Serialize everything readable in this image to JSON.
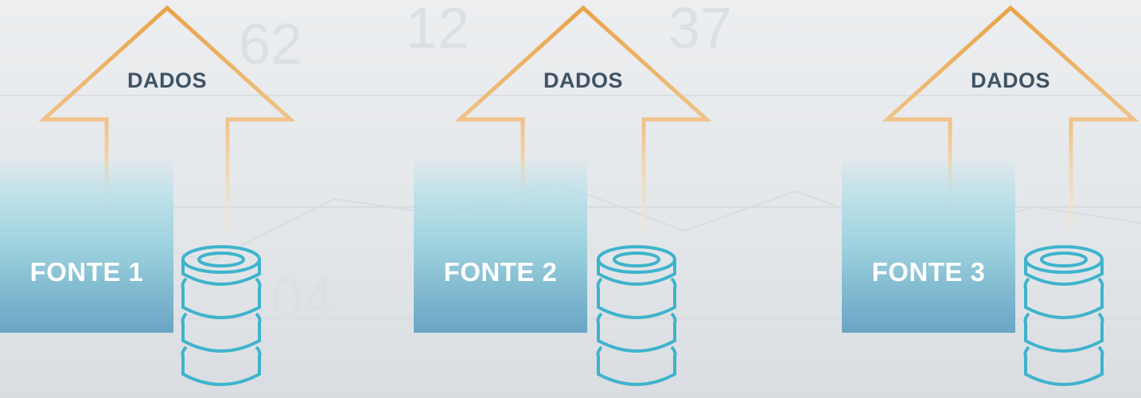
{
  "arrow_color": "#e9a347",
  "box_color": "#6aa5c4",
  "db_color": "#3fb3cc",
  "background_digits": [
    "62",
    "12",
    "37",
    "04"
  ],
  "groups": [
    {
      "arrow_label": "DADOS",
      "source_label": "FONTE 1",
      "db_icon": "database-icon"
    },
    {
      "arrow_label": "DADOS",
      "source_label": "FONTE 2",
      "db_icon": "database-icon"
    },
    {
      "arrow_label": "DADOS",
      "source_label": "FONTE 3",
      "db_icon": "database-icon"
    }
  ]
}
